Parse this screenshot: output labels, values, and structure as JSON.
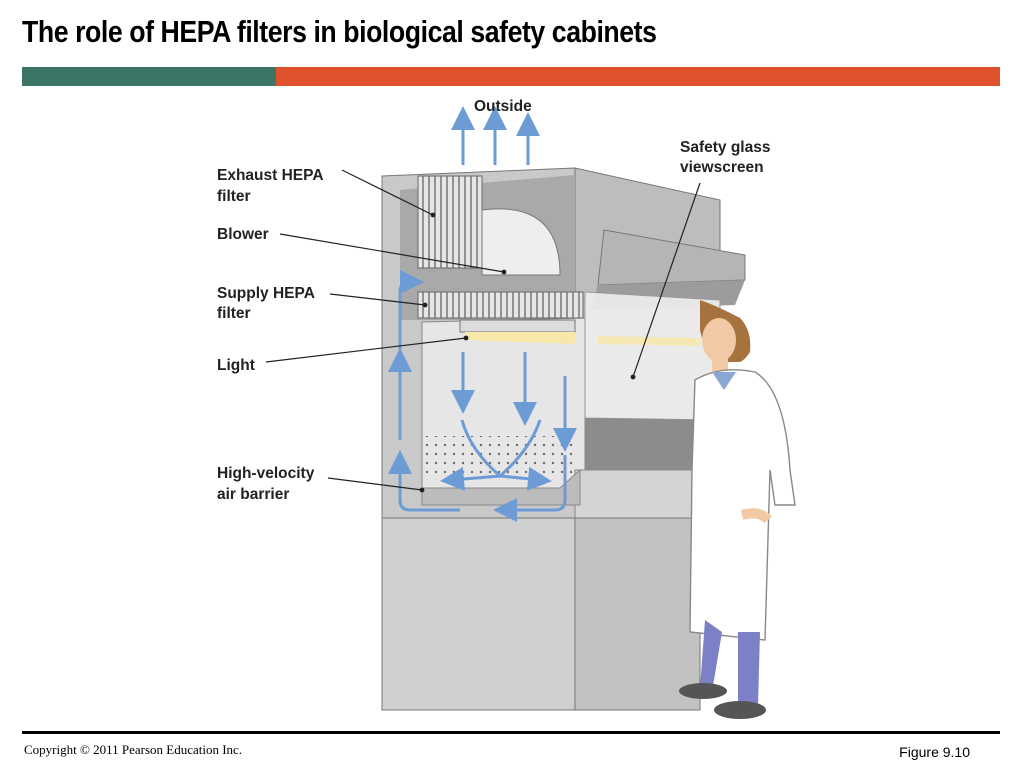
{
  "title": "The role of HEPA filters in biological safety cabinets",
  "colors": {
    "accent_left": "#3c7565",
    "accent_right": "#e0522b",
    "airflow": "#6d9bd6"
  },
  "labels": {
    "outside": "Outside",
    "exhaust_1": "Exhaust HEPA",
    "exhaust_2": "filter",
    "blower": "Blower",
    "supply_1": "Supply HEPA",
    "supply_2": "filter",
    "light": "Light",
    "barrier_1": "High-velocity",
    "barrier_2": "air barrier",
    "glass_1": "Safety glass",
    "glass_2": "viewscreen"
  },
  "footer": {
    "copyright": "Copyright © 2011 Pearson Education Inc.",
    "figure": "Figure 9.10"
  }
}
